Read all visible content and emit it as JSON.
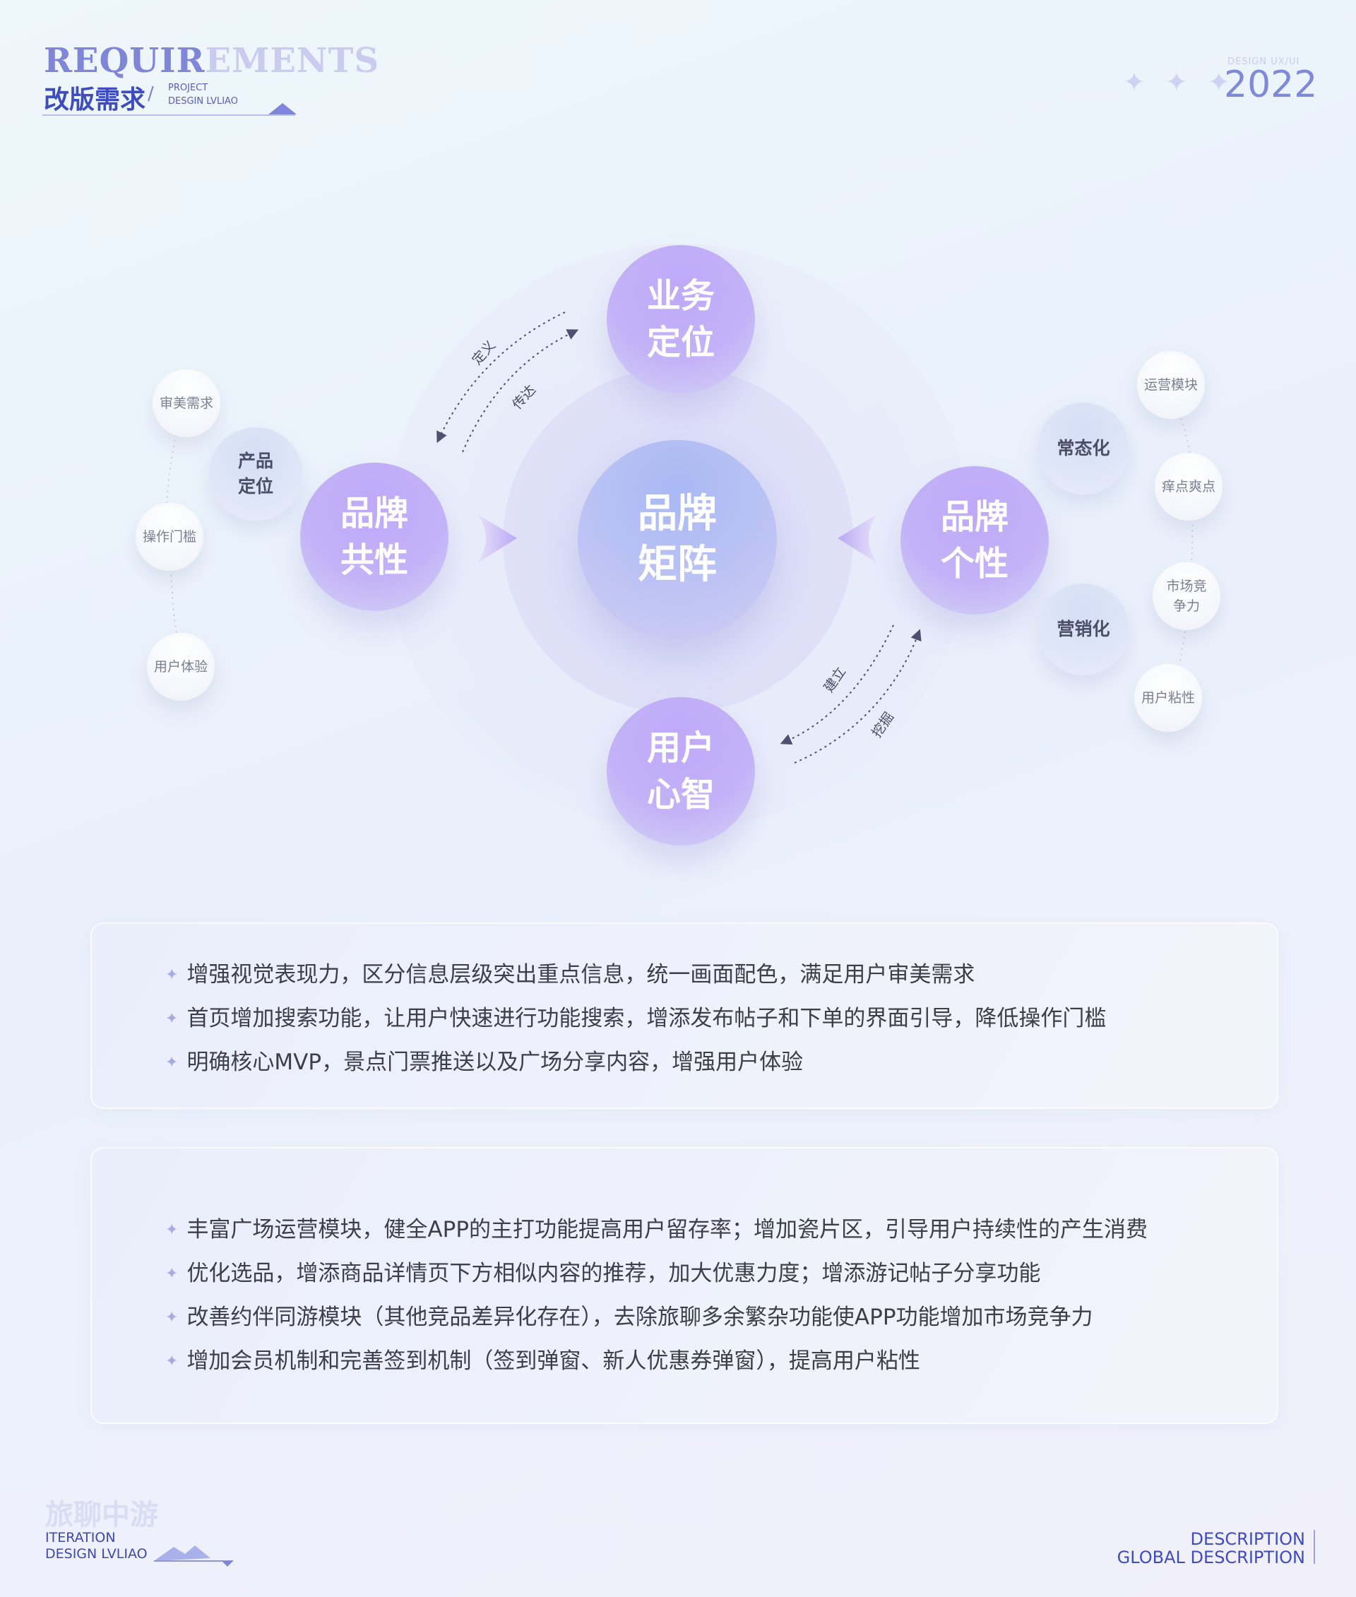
{
  "header": {
    "title_strong": "REQUIR",
    "title_fade": "EMENTS",
    "subtitle_cn": "改版需求",
    "slash": "/",
    "project_line1": "PROJECT",
    "project_line2": "DESGIN LVLIAO",
    "stars": "✦ ✦ ✦",
    "design_small": "DESIGN   UX/UI",
    "year": "2022"
  },
  "diagram": {
    "center": "品牌\n矩阵",
    "top": "业务\n定位",
    "bottom": "用户\n心智",
    "left": "品牌\n共性",
    "right": "品牌\n个性",
    "left_mid": "产品\n定位",
    "right_mid_top": "常态化",
    "right_mid_bottom": "营销化",
    "left_small": [
      "审美需求",
      "操作门槛",
      "用户体验"
    ],
    "right_small": [
      "运营模块",
      "痒点爽点",
      "市场竞\n争力",
      "用户粘性"
    ],
    "arrow_labels": {
      "top_left_a": "定义",
      "top_left_b": "传达",
      "bottom_right_a": "建立",
      "bottom_right_b": "挖掘"
    }
  },
  "panel1": {
    "bullet": "✦",
    "items": [
      "增强视觉表现力，区分信息层级突出重点信息，统一画面配色，满足用户审美需求",
      "首页增加搜索功能，让用户快速进行功能搜索，增添发布帖子和下单的界面引导，降低操作门槛",
      "明确核心MVP，景点门票推送以及广场分享内容，增强用户体验"
    ]
  },
  "panel2": {
    "bullet": "✦",
    "items": [
      "丰富广场运营模块，健全APP的主打功能提高用户留存率；增加瓷片区，引导用户持续性的产生消费",
      "优化选品，增添商品详情页下方相似内容的推荐，加大优惠力度；增添游记帖子分享功能",
      "改善约伴同游模块（其他竞品差异化存在），去除旅聊多余繁杂功能使APP功能增加市场竞争力",
      "增加会员机制和完善签到机制（签到弹窗、新人优惠券弹窗），提高用户粘性"
    ]
  },
  "footer": {
    "brand_cn": "旅聊中游",
    "iteration": "ITERATION",
    "design": "DESIGN  LVLIAO",
    "desc_line1": "DESCRIPTION",
    "desc_line2": "GLOBAL DESCRIPTION"
  },
  "colors": {
    "accent": "#3f4cc0",
    "node_purple": "#c3b2f7",
    "node_blue": "#bcc3f4"
  }
}
